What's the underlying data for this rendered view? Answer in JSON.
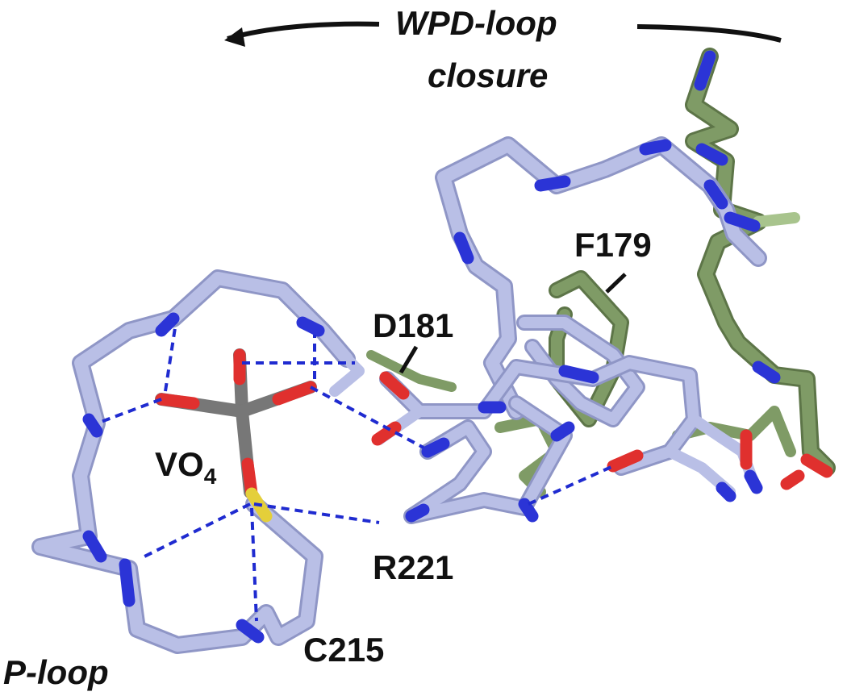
{
  "labels": {
    "wpd_line1": "WPD-loop",
    "wpd_line2": "closure",
    "f179": "F179",
    "d181": "D181",
    "vo4_base": "VO",
    "vo4_sub": "4",
    "r221": "R221",
    "c215": "C215",
    "ploop": "P-loop"
  },
  "colors": {
    "lavender": "#b9bfe6",
    "lavender_shade": "#8f96c6",
    "green": "#7f9b66",
    "green_light": "#a8c48d",
    "nitrogen": "#2b34d6",
    "oxygen": "#e0302e",
    "vanadium": "#808080",
    "sulfur": "#e4cf3a",
    "hbond": "#1f2bd0",
    "text": "#111111"
  }
}
